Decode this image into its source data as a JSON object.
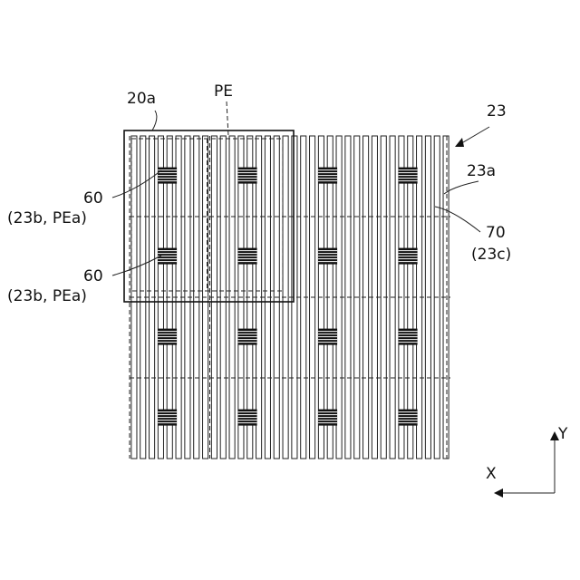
{
  "labels": {
    "l20a": "20a",
    "lPE": "PE",
    "l23": "23",
    "l23a": "23a",
    "l60a": "60",
    "l23b_a": "(23b, PEa)",
    "l60b": "60",
    "l23b_b": "(23b, PEa)",
    "l70": "70",
    "l23c": "(23c)",
    "lX": "X",
    "lY": "Y"
  },
  "grid": {
    "rows": 4,
    "cols": 4,
    "stripes_per_cell": 9
  }
}
